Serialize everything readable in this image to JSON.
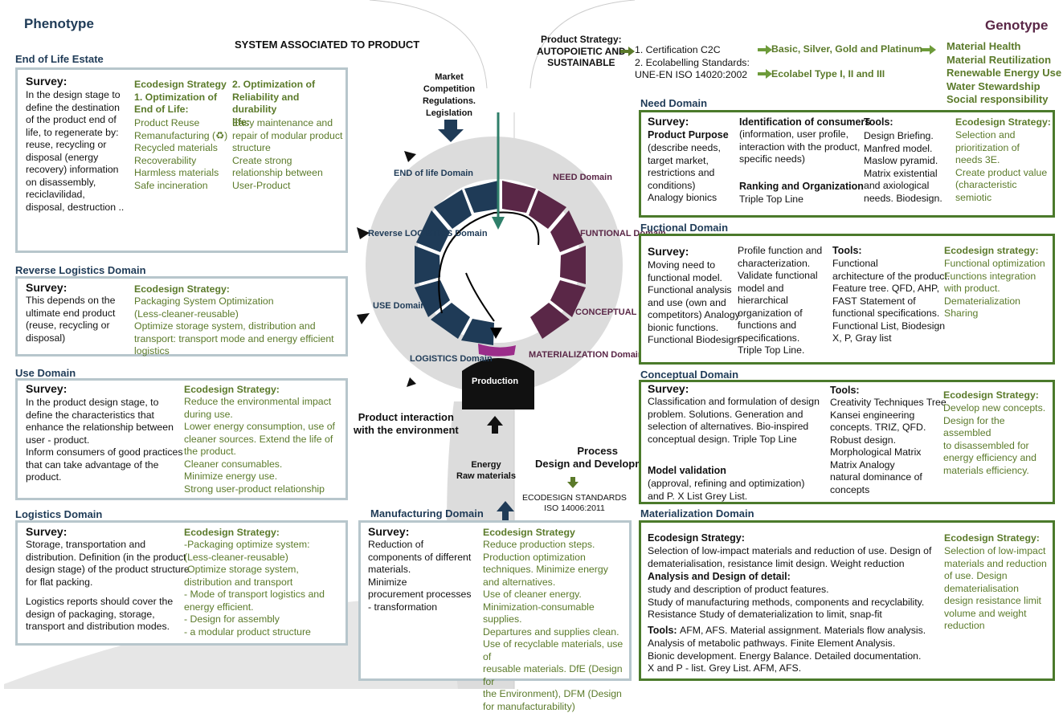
{
  "titles": {
    "phenotype": "Phenotype",
    "genotype": "Genotype",
    "system": "SYSTEM ASSOCIATED TO PRODUCT"
  },
  "left": {
    "eol": {
      "header": "End of Life Estate",
      "survey_title": "Survey:",
      "survey": "In the design stage to\ndefine the destination\nof the product end of\nlife, to regenerate by:\nreuse, recycling or\ndisposal (energy\nrecovery) information\non disassembly,\nreciclavilidad,\ndisposal, destruction ..",
      "s1_title": "Ecodesign Strategy\n1. Optimization of\nEnd of Life:",
      "s1": "Product Reuse\nRemanufacturing (♻)\nRecycled materials\nRecoverability\nHarmless materials\nSafe incineration",
      "s2_title": "2. Optimization of\nReliability and durability\nlife:",
      "s2": "Easy maintenance and\nrepair of modular product\nstructure\nCreate strong\nrelationship between\nUser-Product"
    },
    "reverse": {
      "header": "Reverse Logistics Domain",
      "survey_title": "Survey:",
      "survey": "This depends on the\nultimate end product\n(reuse, recycling or\ndisposal)",
      "strategy_title": "Ecodesign Strategy:",
      "strategy": " Packaging System Optimization\n (Less-cleaner-reusable)\nOptimize storage system, distribution and\ntransport: transport mode and energy efficient\nlogistics"
    },
    "use": {
      "header": "Use Domain",
      "survey_title": "Survey:",
      "survey": "In the product design stage, to\ndefine the characteristics that\nenhance the relationship between\nuser - product.\nInform consumers of good practices\nthat can take advantage of the\nproduct.",
      "strategy_title": "Ecodesign Strategy:",
      "strategy": "Reduce the environmental impact\nduring use.\nLower energy consumption, use of\ncleaner sources. Extend the life of\nthe product.\nCleaner consumables.\nMinimize energy use.\nStrong user-product relationship"
    },
    "logistics": {
      "header": "Logistics Domain",
      "survey_title": "Survey:",
      "survey": "Storage, transportation and\ndistribution. Definition (in the product\ndesign stage) of the product structure\nfor flat packing.",
      "survey2": "Logistics reports should cover the\ndesign of packaging, storage,\ntransport and distribution modes.",
      "strategy_title": "Ecodesign Strategy:",
      "strategy": "-Packaging optimize system:\n(Less-cleaner-reusable)\n-Optimize storage system,\ndistribution and transport\n- Mode of transport logistics and\nenergy efficient.\n- Design for assembly\n- a modular product structure"
    }
  },
  "center": {
    "market": "Market\nCompetition\nRegulations.\nLegislation",
    "ring": {
      "eol": "END of life\nDomain",
      "reverse": "Reverse\nLOGISTICS\nDomain",
      "use": "USE\nDomain",
      "logistics": "LOGISTICS\nDomain",
      "need": "NEED\nDomain",
      "functional": "FUNTIONAL\nDomain",
      "conceptual": "CONCEPTUAL\nDomain",
      "materialization": "MATERIALIZATION\nDomain",
      "production": "Production"
    },
    "interaction": "Product interaction\nwith the environment",
    "energy": "Energy\nRaw materials",
    "process": "Process\nDesign and Development",
    "standards": "ECODESIGN STANDARDS\nISO 14006:2011"
  },
  "strategy": {
    "label": "Product Strategy:\nAUTOPOIETIC AND\nSUSTAINABLE",
    "cert": "1. Certification C2C\n2. Ecolabelling Standards:\nUNE-EN ISO 14020:2002",
    "basic": "Basic, Silver, Gold and Platinum",
    "ecolabel": "Ecolabel Type I, II and III",
    "genotype_list": [
      "Material Health",
      "Material Reutilization",
      "Renewable Energy Use",
      "Water Stewardship",
      "Social responsibility"
    ]
  },
  "manufacturing": {
    "header": "Manufacturing Domain",
    "survey_title": "Survey:",
    "survey": "Reduction of\ncomponents of different\nmaterials.\nMinimize\nprocurement processes\n- transformation",
    "strategy_title": "Ecodesign Strategy",
    "strategy": "Reduce production steps.\nProduction optimization\ntechniques. Minimize energy\nand alternatives.\nUse of cleaner energy.\nMinimization-consumable supplies.\nDepartures and supplies clean.\nUse of recyclable materials, use of\nreusable materials. DfE (Design for\nthe Environment), DFM (Design\nfor manufacturability)"
  },
  "right": {
    "need": {
      "header": "Need Domain",
      "survey_title": "Survey:",
      "purpose_title": "Product Purpose",
      "purpose": "(describe needs,\ntarget market,\nrestrictions and\nconditions)\nAnalogy bionics",
      "ident_title": "Identification of consumers",
      "ident": "(information, user profile,\n interaction with the product,\n specific needs)",
      "rank_title": "Ranking and Organization",
      "rank": "Triple Top Line",
      "tools_title": "Tools:",
      "tools": "Design Briefing.\nManfred model.\nMaslow pyramid.\nMatrix existential\nand axiological\nneeds. Biodesign.",
      "strategy_title": "Ecodesign Strategy:",
      "strategy": "Selection and\nprioritization of\nneeds 3E.\nCreate product value\n(characteristic semiotic"
    },
    "functional": {
      "header": "Fuctional Domain",
      "survey_title": "Survey:",
      "survey": "Moving need to\nfunctional model.\nFunctional analysis\nand use (own and\ncompetitors) Analogy\n bionic functions.\nFunctional Biodesign",
      "profile": "Profile function and\ncharacterization.\nValidate functional\nmodel and\nhierarchical\norganization of\nfunctions and\nspecifications.\nTriple Top Line.",
      "tools_title": "Tools:",
      "tools": "Functional\narchitecture of the product.\nFeature tree. QFD, AHP,\nFAST Statement of\nfunctional specifications.\nFunctional List, Biodesign\nX, P, Gray list",
      "strategy_title": "Ecodesign strategy:",
      "strategy": "Functional optimization\nFunctions integration\nwith product.\nDematerialization\nSharing"
    },
    "conceptual": {
      "header": "Conceptual Domain",
      "survey_title": "Survey:",
      "survey": "Classification and formulation of design\nproblem. Solutions. Generation and\nselection of alternatives. Bio-inspired\nconceptual design. Triple Top Line",
      "model_title": "Model validation",
      "model": "(approval, refining and optimization)\n and P. X List Grey List.",
      "tools_title": "Tools:",
      "tools": "Creativity Techniques Tree\nKansei engineering\nconcepts. TRIZ, QFD.\nRobust design.\nMorphological Matrix\nMatrix Analogy\nnatural dominance of\nconcepts",
      "strategy_title": "Ecodesign Strategy:",
      "strategy": "Develop new concepts.\nDesign for the assembled\nto disassembled for\nenergy efficiency and\nmaterials efficiency."
    },
    "materialization": {
      "header": "Materialization Domain",
      "strategy_title": "Ecodesign Strategy:",
      "strategy": "Selection of low-impact materials and reduction of use. Design of\ndematerialisation, resistance limit design. Weight reduction",
      "analysis_title": "Analysis and Design of detail:",
      "analysis": "study and description of product features.\nStudy of manufacturing methods, components and recyclability.\nResistance Study of dematerialization to limit, snap-fit",
      "tools_title": "Tools:",
      "tools": " AFM, AFS. Material assignment. Materials flow analysis.\nAnalysis of metabolic pathways. Finite Element Analysis.\nBionic development. Energy Balance. Detailed documentation.\nX and P - list. Grey List. AFM, AFS.",
      "strategy2_title": "Ecodesign Strategy:",
      "strategy2": "Selection of low-impact\nmaterials and reduction\nof use. Design\ndematerialisation\ndesign resistance limit\nvolume and weight\nreduction"
    }
  },
  "colors": {
    "navy": "#1f3b57",
    "plum": "#5a2747",
    "green": "#5b7a2a",
    "teal": "#2f7f6a",
    "magenta": "#9b2d8a",
    "frame_grey": "#b7c6cc",
    "frame_green": "#4b7a2b"
  }
}
